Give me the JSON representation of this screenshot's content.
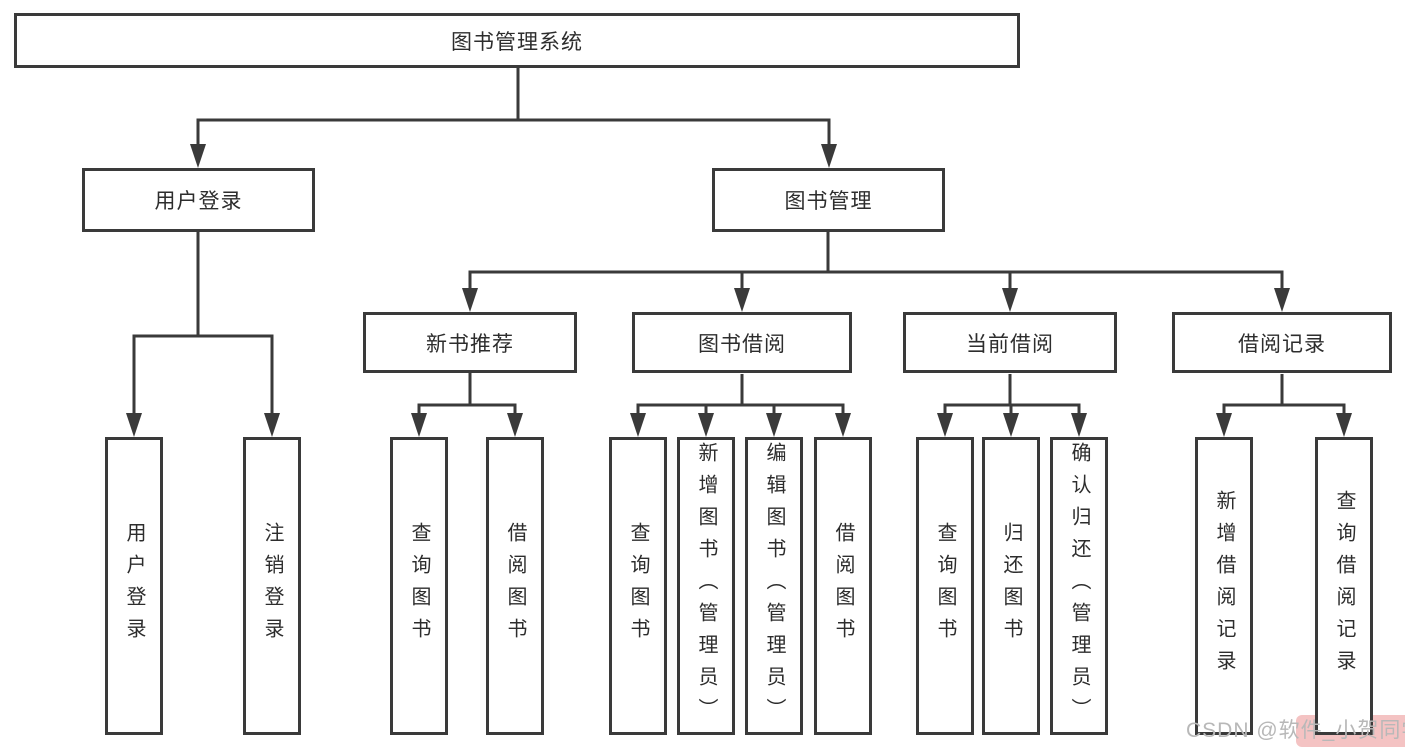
{
  "colors": {
    "background": "#ffffff",
    "line": "#3a3a3a",
    "box_border": "#3a3a3a",
    "box_fill": "#ffffff",
    "text": "#2d2d2d",
    "watermark_text": "#b8b8b8",
    "watermark_badge": "#f4c3c3"
  },
  "tree": {
    "label": "图书管理系统",
    "children": [
      {
        "label": "用户登录",
        "children": [
          {
            "label": "用户登录"
          },
          {
            "label": "注销登录"
          }
        ]
      },
      {
        "label": "图书管理",
        "children": [
          {
            "label": "新书推荐",
            "children": [
              {
                "label": "查询图书"
              },
              {
                "label": "借阅图书"
              }
            ]
          },
          {
            "label": "图书借阅",
            "children": [
              {
                "label": "查询图书"
              },
              {
                "label": "新增图书（管理员）"
              },
              {
                "label": "编辑图书（管理员）"
              },
              {
                "label": "借阅图书"
              }
            ]
          },
          {
            "label": "当前借阅",
            "children": [
              {
                "label": "查询图书"
              },
              {
                "label": "归还图书"
              },
              {
                "label": "确认归还（管理员）"
              }
            ]
          },
          {
            "label": "借阅记录",
            "children": [
              {
                "label": "新增借阅记录"
              },
              {
                "label": "查询借阅记录"
              }
            ]
          }
        ]
      }
    ]
  },
  "watermark": {
    "text": "CSDN @软件_小贺同学"
  }
}
